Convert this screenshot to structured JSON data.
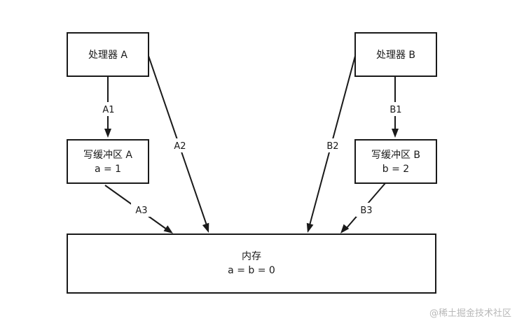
{
  "nodes": {
    "processor_a": {
      "lines": [
        "处理器 A"
      ]
    },
    "processor_b": {
      "lines": [
        "处理器 B"
      ]
    },
    "buffer_a": {
      "lines": [
        "写缓冲区 A",
        "a = 1"
      ]
    },
    "buffer_b": {
      "lines": [
        "写缓冲区 B",
        "b = 2"
      ]
    },
    "memory": {
      "lines": [
        "内存",
        "a = b = 0"
      ]
    }
  },
  "edges": {
    "a1": {
      "label": "A1",
      "from": "processor_a",
      "to": "buffer_a"
    },
    "a2": {
      "label": "A2",
      "from": "processor_a",
      "to": "memory"
    },
    "a3": {
      "label": "A3",
      "from": "buffer_a",
      "to": "memory"
    },
    "b1": {
      "label": "B1",
      "from": "processor_b",
      "to": "buffer_b"
    },
    "b2": {
      "label": "B2",
      "from": "processor_b",
      "to": "memory"
    },
    "b3": {
      "label": "B3",
      "from": "buffer_b",
      "to": "memory"
    }
  },
  "watermark": "@稀土掘金技术社区"
}
